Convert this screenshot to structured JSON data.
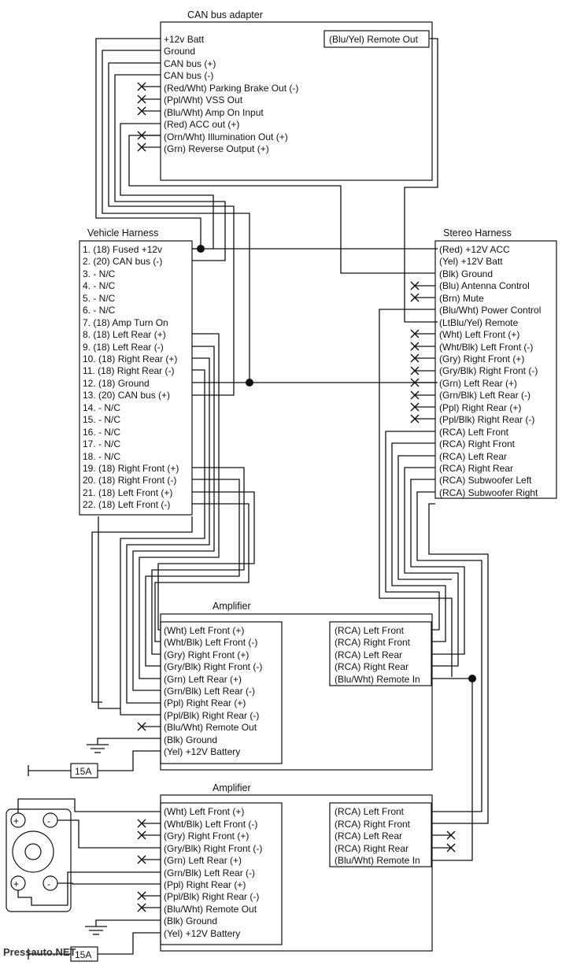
{
  "can_adapter": {
    "title": "CAN bus adapter",
    "remote_out": "(Blu/Yel) Remote Out",
    "pins": [
      "+12v Batt",
      "Ground",
      "CAN bus (+)",
      "CAN bus (-)",
      "(Red/Wht) Parking Brake Out (-)",
      "(Ppl/Wht) VSS Out",
      "(Blu/Wht) Amp On Input",
      "(Red) ACC out (+)",
      "(Orn/Wht) Illumination Out (+)",
      "(Grn) Reverse Output (+)"
    ]
  },
  "vehicle_harness": {
    "title": "Vehicle Harness",
    "pins": [
      "1. (18) Fused +12v",
      "2. (20) CAN bus (-)",
      "3. - N/C",
      "4. - N/C",
      "5. - N/C",
      "6. - N/C",
      "7. (18) Amp Turn On",
      "8. (18) Left Rear (+)",
      "9. (18) Left Rear (-)",
      "10. (18) Right Rear (+)",
      "11. (18) Right Rear (-)",
      "12. (18) Ground",
      "13. (20) CAN bus (+)",
      "14. - N/C",
      "15. - N/C",
      "16. - N/C",
      "17. - N/C",
      "18. - N/C",
      "19. (18) Right Front (+)",
      "20. (18) Right Front (-)",
      "21. (18) Left Front (+)",
      "22. (18) Left Front (-)"
    ]
  },
  "stereo_harness": {
    "title": "Stereo Harness",
    "pins": [
      "(Red) +12V ACC",
      "(Yel) +12V Batt",
      "(Blk) Ground",
      "(Blu) Antenna Control",
      "(Brn) Mute",
      "(Blu/Wht) Power Control",
      "(LtBlu/Yel) Remote",
      "(Wht) Left Front (+)",
      "(Wht/Blk) Left Front (-)",
      "(Gry) Right Front (+)",
      "(Gry/Blk) Right Front (-)",
      "(Grn) Left Rear (+)",
      "(Grn/Blk) Left Rear (-)",
      "(Ppl) Right Rear (+)",
      "(Ppl/Blk) Right Rear (-)",
      "(RCA) Left Front",
      "(RCA) Right Front",
      "(RCA) Left Rear",
      "(RCA) Right Rear",
      "(RCA) Subwoofer Left",
      "(RCA) Subwoofer Right"
    ]
  },
  "amplifier_1": {
    "title": "Amplifier",
    "speaker_pins": [
      "(Wht) Left Front (+)",
      "(Wht/Blk) Left Front (-)",
      "(Gry) Right Front (+)",
      "(Gry/Blk) Right Front (-)",
      "(Grn) Left Rear (+)",
      "(Grn/Blk) Left Rear (-)",
      "(Ppl) Right Rear (+)",
      "(Ppl/Blk) Right Rear (-)",
      "(Blu/Wht) Remote Out",
      "(Blk) Ground",
      "(Yel) +12V Battery"
    ],
    "input_pins": [
      "(RCA) Left Front",
      "(RCA) Right Front",
      "(RCA) Left Rear",
      "(RCA) Right Rear",
      "(Blu/Wht) Remote In"
    ],
    "fuse": "15A"
  },
  "amplifier_2": {
    "title": "Amplifier",
    "speaker_pins": [
      "(Wht) Left Front (+)",
      "(Wht/Blk) Left Front (-)",
      "(Gry) Right Front (+)",
      "(Gry/Blk) Right Front (-)",
      "(Grn) Left Rear (+)",
      "(Grn/Blk) Left Rear (-)",
      "(Ppl) Right Rear (+)",
      "(Ppl/Blk) Right Rear (-)",
      "(Blu/Wht) Remote Out",
      "(Blk) Ground",
      "(Yel) +12V Battery"
    ],
    "input_pins": [
      "(RCA) Left Front",
      "(RCA) Right Front",
      "(RCA) Left Rear",
      "(RCA) Right Rear",
      "(Blu/Wht) Remote In"
    ],
    "fuse": "15A"
  },
  "subwoofer": {
    "plus": "+",
    "minus": "-"
  },
  "watermark": "Pressauto.NET"
}
